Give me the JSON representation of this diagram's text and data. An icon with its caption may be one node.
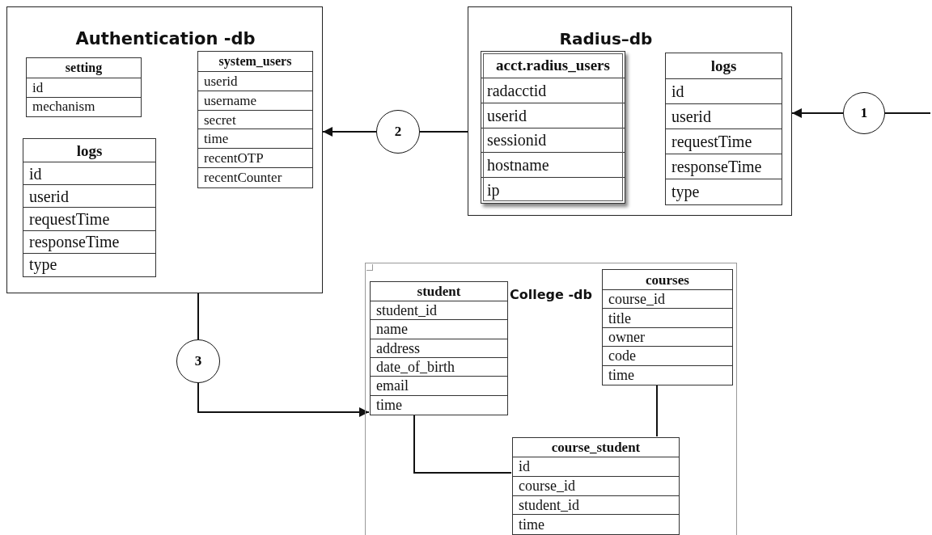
{
  "diagram": {
    "nodes": [
      {
        "text": [
          "Authentication -db"
        ]
      },
      {
        "text": [
          "setting",
          "id",
          "mechanism"
        ],
        "in": 0
      },
      {
        "text": [
          "system_users",
          "userid",
          "username",
          "secret",
          "time",
          "recentOTP",
          "recentCounter"
        ],
        "in": 0
      },
      {
        "text": [
          "logs",
          "id",
          "userid",
          "requestTime",
          "responseTime",
          "type"
        ],
        "in": 0
      },
      {
        "text": [
          "Radius–db"
        ]
      },
      {
        "text": [
          "acct.radius_users",
          "radacctid",
          "userid",
          "sessionid",
          "hostname",
          "ip"
        ],
        "in": 4
      },
      {
        "text": [
          "logs",
          "id",
          "userid",
          "requestTime",
          "responseTime",
          "type"
        ],
        "in": 4
      },
      {
        "text": [
          "College -db"
        ]
      },
      {
        "text": [
          "student",
          "student_id",
          "name",
          "address",
          "date_of_birth",
          "email",
          "time"
        ],
        "in": 7
      },
      {
        "text": [
          "courses",
          "course_id",
          "title",
          "owner",
          "code",
          "time"
        ],
        "in": 7
      },
      {
        "text": [
          "course_student",
          "id",
          "course_id",
          "student_id",
          "time"
        ],
        "in": 7
      },
      {
        "text": [
          "1"
        ]
      },
      {
        "text": [
          "2"
        ]
      },
      {
        "text": [
          "3"
        ]
      }
    ],
    "edges": [
      {
        "from": null,
        "to": 11,
        "arrow": "none"
      },
      {
        "from": 11,
        "to": 4,
        "arrow": "to"
      },
      {
        "from": 4,
        "to": 12,
        "arrow": "none"
      },
      {
        "from": 12,
        "to": 0,
        "arrow": "to"
      },
      {
        "from": 0,
        "to": 13,
        "arrow": "none"
      },
      {
        "from": 13,
        "to": 8,
        "arrow": "to"
      },
      {
        "from": 8,
        "to": 10,
        "arrow": "none"
      },
      {
        "from": 9,
        "to": 10,
        "arrow": "none"
      }
    ]
  }
}
